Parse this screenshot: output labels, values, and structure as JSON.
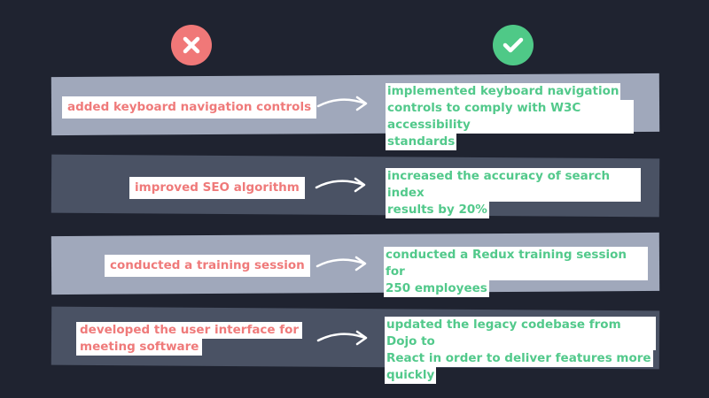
{
  "colors": {
    "background": "#1f2330",
    "band_light": "#a0a8bb",
    "band_dark": "#4a5264",
    "bad": "#ef7a7a",
    "good": "#52c98b"
  },
  "header": {
    "bad_icon": "x-icon",
    "good_icon": "check-icon"
  },
  "rows": [
    {
      "bad": "added keyboard navigation controls",
      "good_lines": [
        "implemented keyboard navigation",
        "controls to comply with W3C accessibility",
        "standards"
      ]
    },
    {
      "bad": "improved SEO algorithm",
      "good_lines": [
        "increased the accuracy of search index",
        "results by 20%"
      ]
    },
    {
      "bad": "conducted a training session",
      "good_lines": [
        "conducted a Redux training session for",
        "250 employees"
      ]
    },
    {
      "bad_lines": [
        "developed the user interface for",
        "meeting software"
      ],
      "good_lines": [
        "updated the legacy codebase from Dojo to",
        "React in order to deliver features more",
        "quickly"
      ]
    }
  ],
  "arrow_icon": "arrow-right-icon"
}
